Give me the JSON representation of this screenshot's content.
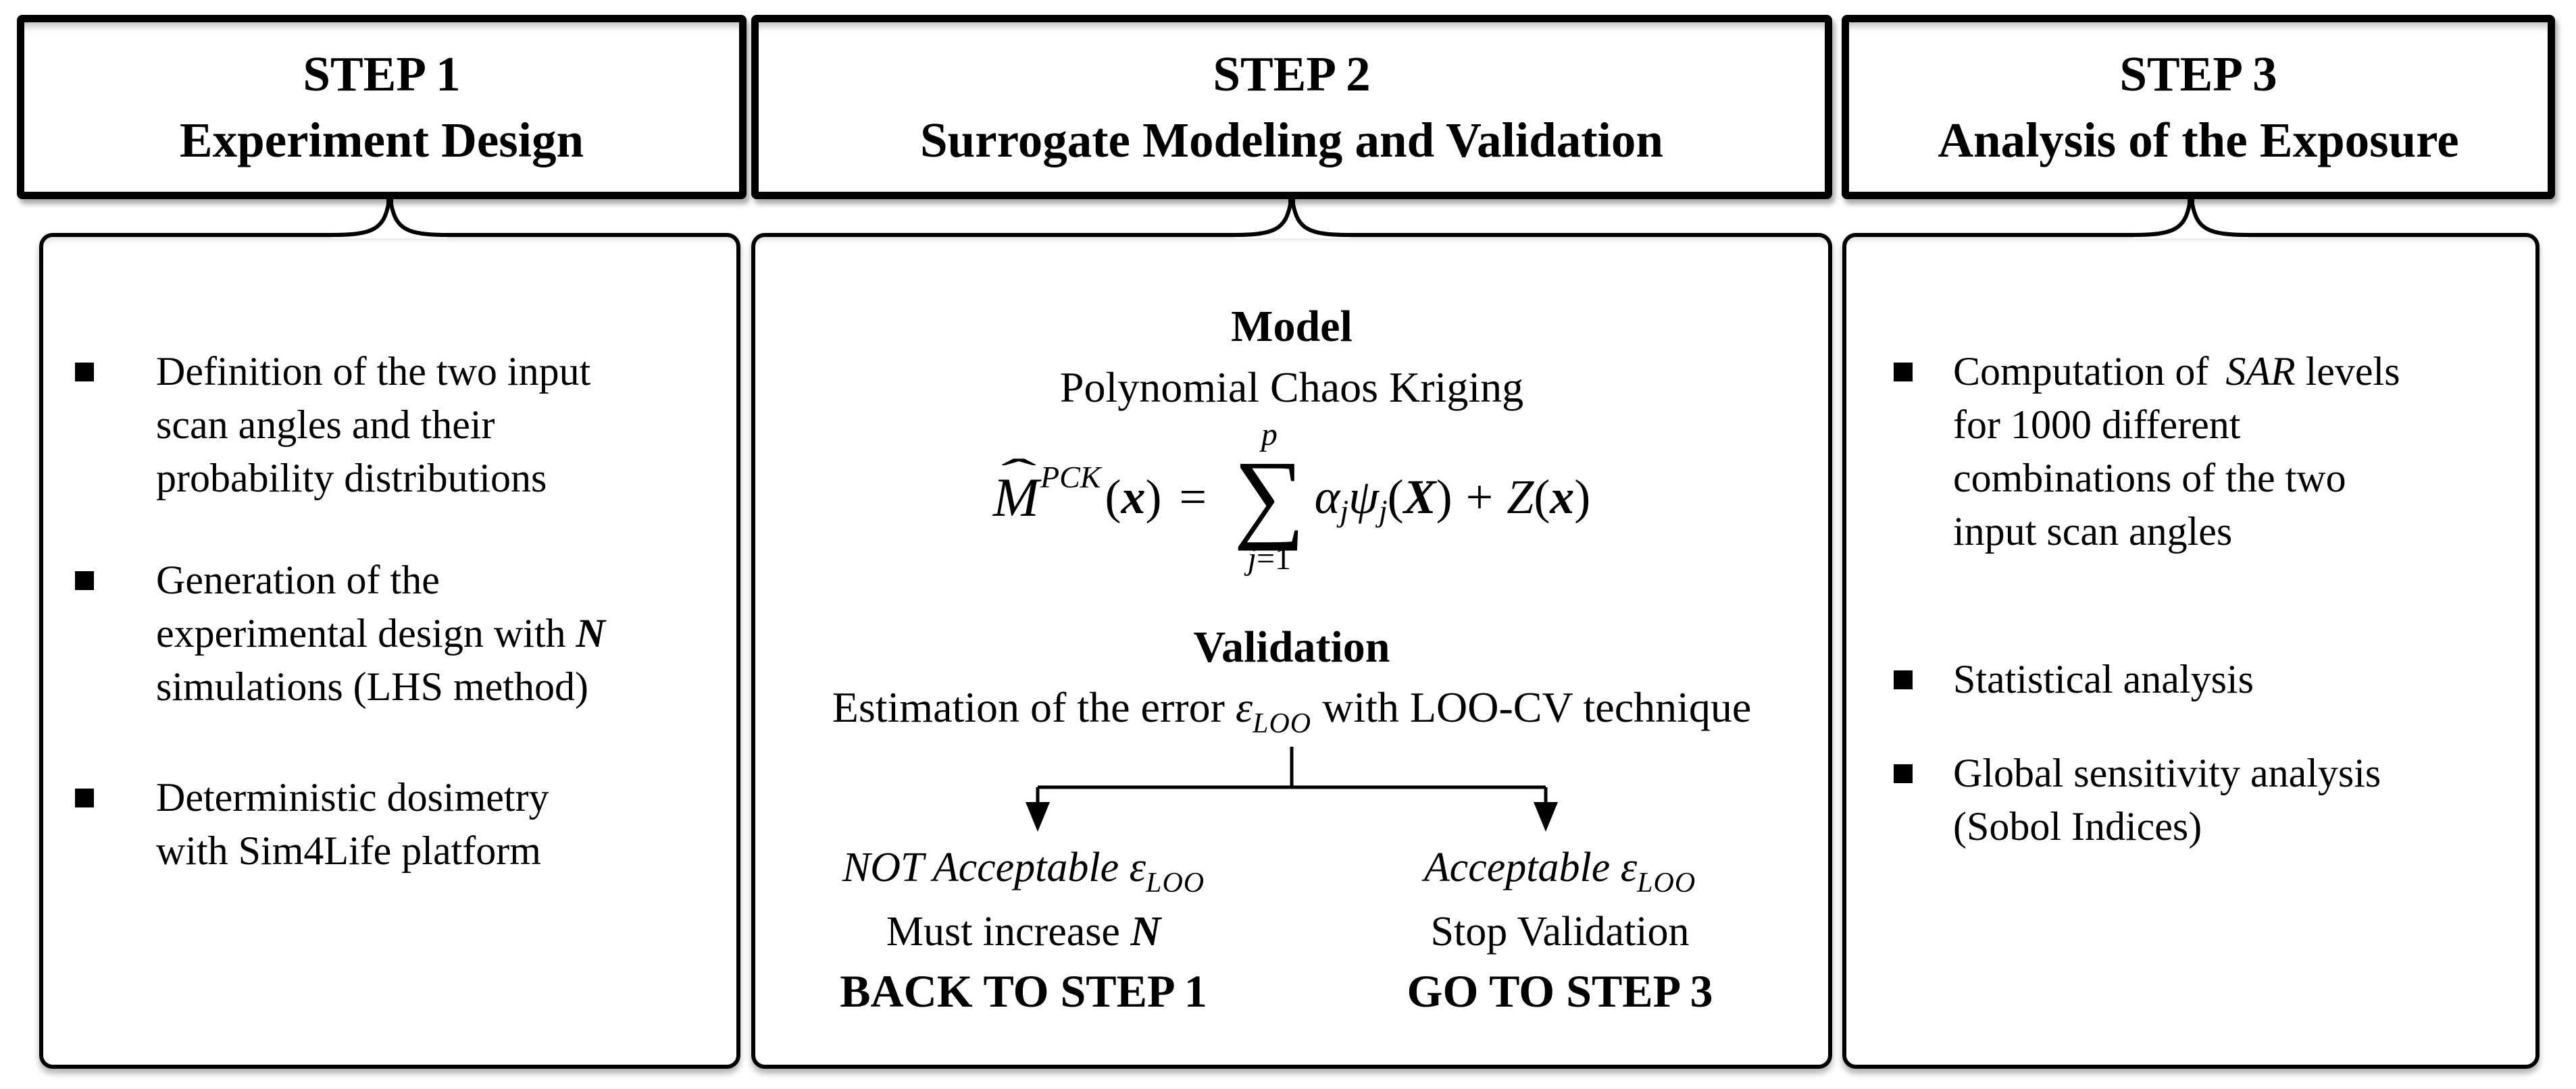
{
  "colors": {
    "ink": "#000000",
    "background": "#ffffff"
  },
  "headers": [
    {
      "step": "STEP 1",
      "title": "Experiment Design"
    },
    {
      "step": "STEP 2",
      "title": "Surrogate Modeling and Validation"
    },
    {
      "step": "STEP 3",
      "title": "Analysis of the Exposure"
    }
  ],
  "step1": {
    "bullets": [
      {
        "line1": "Definition of the two input",
        "line2": "scan angles and their",
        "line3": "probability distributions"
      },
      {
        "line1": "Generation of the",
        "line2_pre": "experimental design with ",
        "line2_n": "N",
        "line3": "simulations (LHS method)"
      },
      {
        "line1": "Deterministic dosimetry",
        "line2": "with Sim4Life platform"
      }
    ]
  },
  "step2": {
    "model_heading": "Model",
    "model_name": "Polynomial Chaos Kriging",
    "formula": {
      "M": "M",
      "hat": "ˆ",
      "sup": "PCK",
      "lp": "(",
      "x_in": "x",
      "rp": ")",
      "eq": "=",
      "sum_upper": "p",
      "sigma": "∑",
      "sum_lower_j": "j",
      "sum_lower_eq": "=1",
      "alpha": "α",
      "alpha_sub": "j",
      "psi": "ψ",
      "psi_sub": "j",
      "lp2": "(",
      "X_in": "X",
      "rp2": ")",
      "plus": "+",
      "Z": "Z",
      "lp3": "(",
      "x_in2": "x",
      "rp3": ")"
    },
    "validation_heading": "Validation",
    "estimation": {
      "pre": "Estimation of the error ",
      "epsilon": "ε",
      "epsilon_sub": "LOO",
      "post": " with LOO-CV technique"
    },
    "branch_left": {
      "label_pre": "NOT Acceptable ",
      "epsilon": "ε",
      "epsilon_sub": "LOO",
      "action_pre": "Must increase ",
      "action_n": "N",
      "goto": "BACK TO STEP 1"
    },
    "branch_right": {
      "label_pre": "Acceptable ",
      "epsilon": "ε",
      "epsilon_sub": "LOO",
      "action": "Stop Validation",
      "goto": "GO TO STEP 3"
    }
  },
  "step3": {
    "bullets": [
      {
        "line1_pre": "Computation of ",
        "line1_sar": "SAR",
        "line1_post": " levels",
        "line2": "for 1000 different",
        "line3": "combinations of the two",
        "line4": "input scan angles"
      },
      {
        "line1": "Statistical analysis"
      },
      {
        "line1": "Global sensitivity analysis",
        "line2": "(Sobol Indices)"
      }
    ]
  }
}
